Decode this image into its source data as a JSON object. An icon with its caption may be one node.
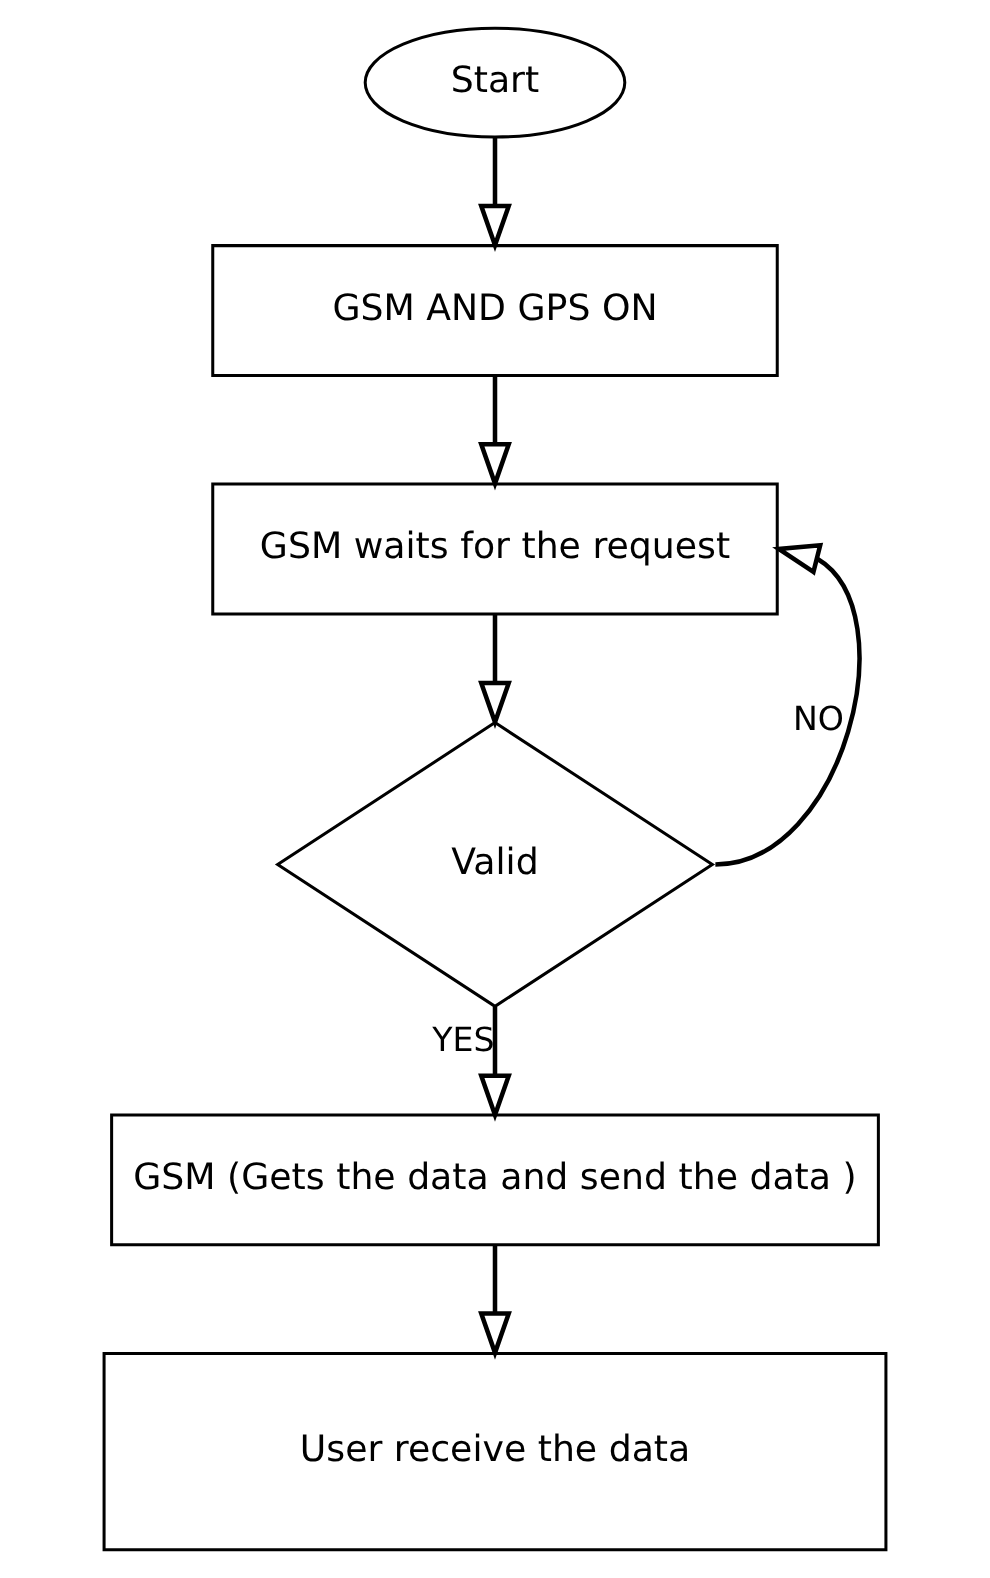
{
  "diagram": {
    "nodes": [
      {
        "text": [
          "Start"
        ]
      },
      {
        "text": [
          "GSM AND GPS ON"
        ]
      },
      {
        "text": [
          "GSM waits for the request"
        ]
      },
      {
        "text": [
          "Valid"
        ]
      },
      {
        "text": [
          "GSM (Gets the data and send the data )"
        ]
      },
      {
        "text": [
          "User receive the data"
        ]
      }
    ],
    "edges": [
      {
        "from": 0,
        "to": 1,
        "arrow": "to"
      },
      {
        "from": 1,
        "to": 2,
        "arrow": "to"
      },
      {
        "from": 2,
        "to": 3,
        "arrow": "to"
      },
      {
        "from": 3,
        "to": 4,
        "arrow": "to",
        "label": "YES"
      },
      {
        "from": 3,
        "to": 2,
        "arrow": "to",
        "label": "NO"
      },
      {
        "from": 4,
        "to": 5,
        "arrow": "to"
      }
    ]
  }
}
